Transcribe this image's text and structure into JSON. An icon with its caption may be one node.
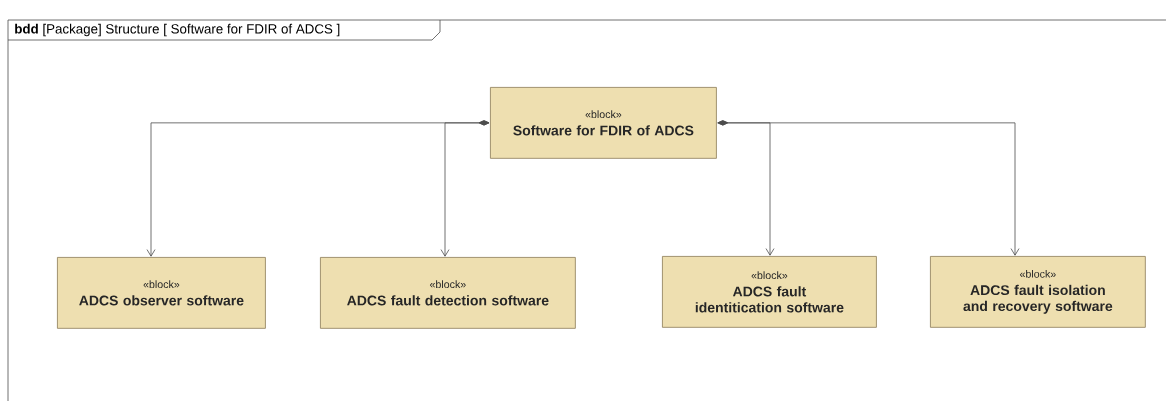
{
  "diagram": {
    "title": "**bdd** [Package] Structure [ Software for FDIR of ADCS ]",
    "nodes": [
      {
        "text": [
          "«block»",
          "Software for FDIR of ADCS"
        ]
      },
      {
        "text": [
          "«block»",
          "ADCS observer software"
        ]
      },
      {
        "text": [
          "«block»",
          "ADCS fault detection software"
        ]
      },
      {
        "text": [
          "«block»",
          "ADCS fault identitication software"
        ]
      },
      {
        "text": [
          "«block»",
          "ADCS fault isolation and recovery software"
        ]
      }
    ],
    "edges": [
      {
        "from": 0,
        "to": 1,
        "arrow": "to"
      },
      {
        "from": 0,
        "to": 2,
        "arrow": "to"
      },
      {
        "from": 0,
        "to": 3,
        "arrow": "to"
      },
      {
        "from": 0,
        "to": 4,
        "arrow": "to"
      }
    ]
  }
}
